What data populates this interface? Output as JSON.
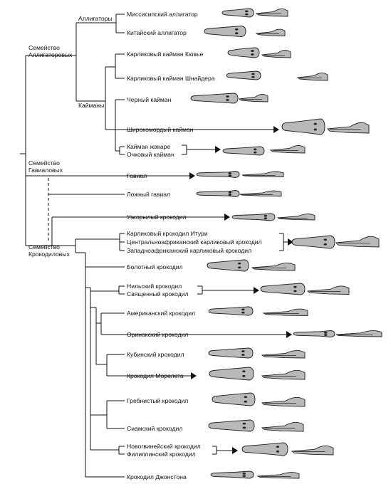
{
  "families": {
    "alligatoridae": "Семейство\nАллигаторовых",
    "gavialidae": "Семейство\nГавиаловых",
    "crocodylidae": "Семейство\nКрокодиловых"
  },
  "subgroups": {
    "alligators": "Аллигаторы",
    "caimans": "Кайманы"
  },
  "species": [
    {
      "id": "mississippi-alligator",
      "name": "Миссисипский аллигатор"
    },
    {
      "id": "chinese-alligator",
      "name": "Китайский аллигатор"
    },
    {
      "id": "cuvier-dwarf-caiman",
      "name": "Карликовый кайман Кювье"
    },
    {
      "id": "schneider-dwarf-caiman",
      "name": "Карликовый кайман Шнайдера"
    },
    {
      "id": "black-caiman",
      "name": "Черный кайман"
    },
    {
      "id": "broad-snouted-caiman",
      "name": "Широкомордый кайман"
    },
    {
      "id": "yacare-caiman",
      "name": "Кайман жакаре"
    },
    {
      "id": "spectacled-caiman",
      "name": "Очковый кайман"
    },
    {
      "id": "gharial",
      "name": "Гавиал"
    },
    {
      "id": "false-gharial",
      "name": "Ложный гавиал"
    },
    {
      "id": "slender-snouted-crocodile",
      "name": "Узкорылый крокодил"
    },
    {
      "id": "ituri-dwarf-crocodile",
      "name": "Карликовый крокодил Итури"
    },
    {
      "id": "central-african-dwarf-crocodile",
      "name": "Центральноафриканский карликовый крокодил"
    },
    {
      "id": "west-african-dwarf-crocodile",
      "name": "Западноафриканский карликовый крокодил"
    },
    {
      "id": "mugger-crocodile",
      "name": "Болотный крокодил"
    },
    {
      "id": "nile-crocodile",
      "name": "Нильский крокодил"
    },
    {
      "id": "sacred-crocodile",
      "name": "Священный крокодил"
    },
    {
      "id": "american-crocodile",
      "name": "Американский  крокодил"
    },
    {
      "id": "orinoco-crocodile",
      "name": "Оринокский крокодил"
    },
    {
      "id": "cuban-crocodile",
      "name": "Кубинский крокодил"
    },
    {
      "id": "morelet-crocodile",
      "name": "Крокодил Морелета"
    },
    {
      "id": "saltwater-crocodile",
      "name": "Гребнистый крокодил"
    },
    {
      "id": "siamese-crocodile",
      "name": "Сиамский крокодил"
    },
    {
      "id": "new-guinea-crocodile",
      "name": "Новогвинейский крокодил"
    },
    {
      "id": "philippine-crocodile",
      "name": "Филиппинский крокодил"
    },
    {
      "id": "johnston-crocodile",
      "name": "Крокодил Джонстона"
    }
  ]
}
